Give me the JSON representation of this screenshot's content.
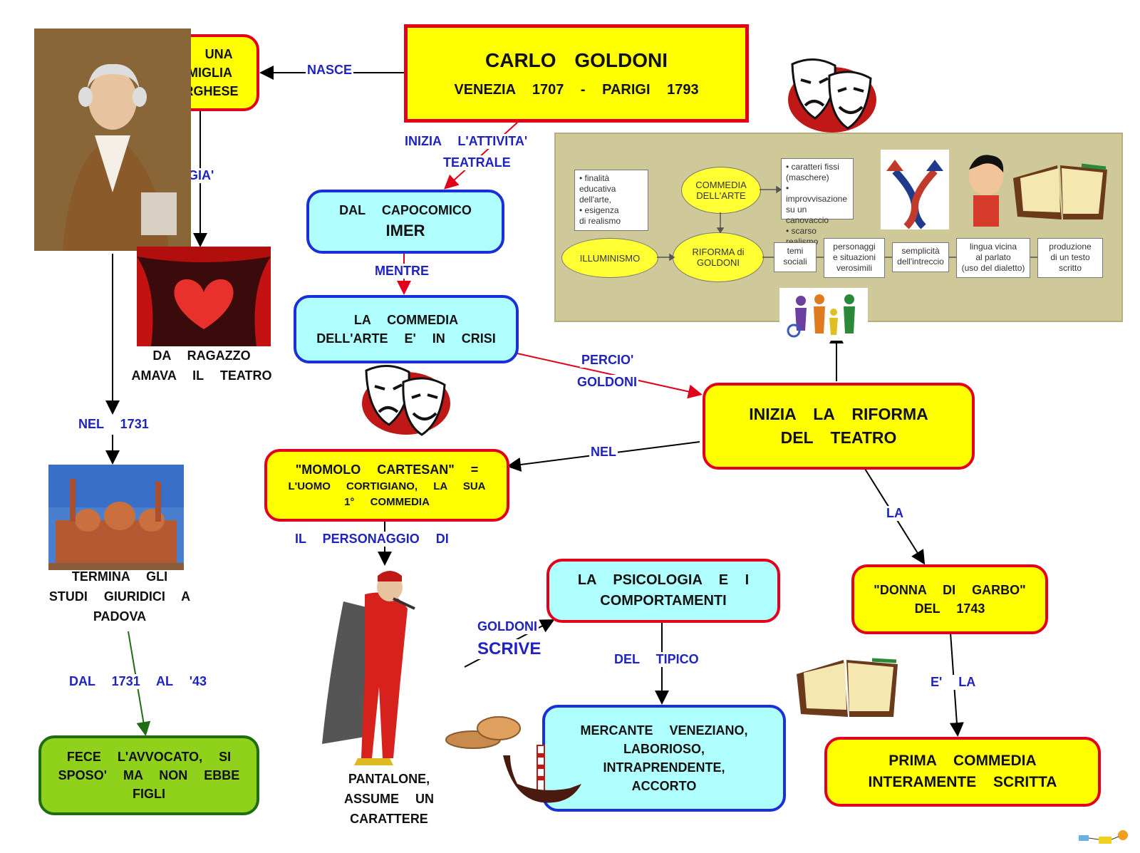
{
  "nodes": {
    "title_name": "CARLO GOLDONI",
    "title_dates": "VENEZIA 1707 - PARIGI 1793",
    "famiglia": [
      "DA UNA",
      "FAMIGLIA",
      "BORGHESE"
    ],
    "imer": [
      "DAL CAPOCOMICO",
      "IMER"
    ],
    "crisi": [
      "LA COMMEDIA",
      "DELL'ARTE E' IN CRISI"
    ],
    "riforma": [
      "INIZIA LA RIFORMA",
      "DEL TEATRO"
    ],
    "momolo": [
      "\"MOMOLO CARTESAN\" =",
      "L'UOMO CORTIGIANO, LA SUA",
      "1° COMMEDIA"
    ],
    "psicologia": [
      "LA PSICOLOGIA E I",
      "COMPORTAMENTI"
    ],
    "mercante": [
      "MERCANTE VENEZIANO,",
      "LABORIOSO,",
      "INTRAPRENDENTE,",
      "ACCORTO"
    ],
    "donna": [
      "\"DONNA DI GARBO\"",
      "DEL 1743"
    ],
    "prima": [
      "PRIMA COMMEDIA",
      "INTERAMENTE SCRITTA"
    ],
    "avvocato": [
      "FECE L'AVVOCATO, SI",
      "SPOSO' MA NON EBBE",
      "FIGLI"
    ]
  },
  "texts": {
    "ragazzo": [
      "DA RAGAZZO",
      "AMAVA IL TEATRO"
    ],
    "padova": [
      "TERMINA GLI",
      "STUDI GIURIDICI A",
      "PADOVA"
    ],
    "pantalone": [
      "PANTALONE,",
      "ASSUME UN",
      "CARATTERE"
    ]
  },
  "labels": {
    "nasce": "NASCE",
    "gia": "GIA'",
    "inizia1": "INIZIA L'ATTIVITA'",
    "inizia2": "TEATRALE",
    "mentre": "MENTRE",
    "percio1": "PERCIO'",
    "percio2": "GOLDONI",
    "nel": "NEL",
    "nel1731": "NEL 1731",
    "dal1731": "DAL 1731 AL '43",
    "personaggio": "IL PERSONAGGIO DI",
    "goldoni": "GOLDONI",
    "scrive": "SCRIVE",
    "tipico": "DEL TIPICO",
    "la": "LA",
    "ela": "E' LA"
  },
  "panel": {
    "finalita": [
      "• finalità",
      "  educativa",
      "  dell'arte,",
      "• esigenza",
      "  di realismo"
    ],
    "commedia": [
      "COMMEDIA",
      "DELL'ARTE"
    ],
    "caratteri": [
      "• caratteri fissi",
      "(maschere)",
      "• improvvisazione",
      "su un canovaccio",
      "• scarso realismo"
    ],
    "illuminismo": "ILLUMINISMO",
    "riforma": [
      "RIFORMA di",
      "GOLDONI"
    ],
    "temi": [
      "temi",
      "sociali"
    ],
    "personaggi": [
      "personaggi",
      "e situazioni",
      "verosimili"
    ],
    "semplicita": [
      "semplicità",
      "dell'intreccio"
    ],
    "lingua": [
      "lingua vicina",
      "al parlato",
      "(uso del dialetto)"
    ],
    "produzione": [
      "produzione",
      "di un testo",
      "scritto"
    ]
  },
  "colors": {
    "red": "#e3001b",
    "blue": "#1f23c0",
    "yellow": "#ffff00",
    "cyan": "#b0ffff",
    "green": "#8fd11b"
  }
}
